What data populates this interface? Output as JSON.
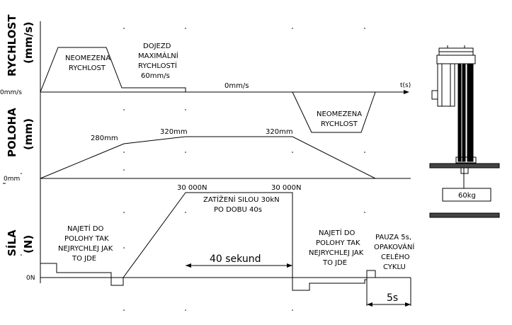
{
  "speed": {
    "axis_title_1": "RYCHLOST",
    "axis_title_2": "(mm/s)",
    "zero_label": "0mm/s",
    "t_label": "t(s)",
    "phase1_line1": "NEOMEZENA",
    "phase1_line2": "RYCHLOST",
    "phase2_line1": "DOJEZD",
    "phase2_line2": "MAXIMÁLNÍ",
    "phase2_line3": "RYCHLOSTÍ",
    "phase2_line4": "60mm/s",
    "mid_label": "0mm/s",
    "phase3_line1": "NEOMEZENA",
    "phase3_line2": "RYCHLOST"
  },
  "position": {
    "axis_title_1": "POLOHA",
    "axis_title_2": "(mm)",
    "zero_label": "0mm",
    "v1": "280mm",
    "v2": "320mm",
    "v3": "320mm"
  },
  "force": {
    "axis_title_1": "SÍLA",
    "axis_title_2": "(N)",
    "zero_label": "0N",
    "peak1": "30 000N",
    "peak2": "30 000N",
    "load_line1": "ZATÍŽENÍ SILOU 30kN",
    "load_line2": "PO DOBU 40s",
    "dur_label": "40 sekund",
    "left_line1": "NAJETÍ DO",
    "left_line2": "POLOHY TAK",
    "left_line3": "NEJRYCHLEJ JAK",
    "left_line4": "TO JDE",
    "right_line1": "NAJETÍ DO",
    "right_line2": "POLOHY TAK",
    "right_line3": "NEJRYCHLEJ JAK",
    "right_line4": "TO JDE",
    "pause_line1": "PAUZA 5s,",
    "pause_line2": "OPAKOVÁNÍ",
    "pause_line3": "CELÉHO",
    "pause_line4": "CYKLU",
    "pause_dur": "5s"
  },
  "rig": {
    "weight_label": "60kg"
  }
}
